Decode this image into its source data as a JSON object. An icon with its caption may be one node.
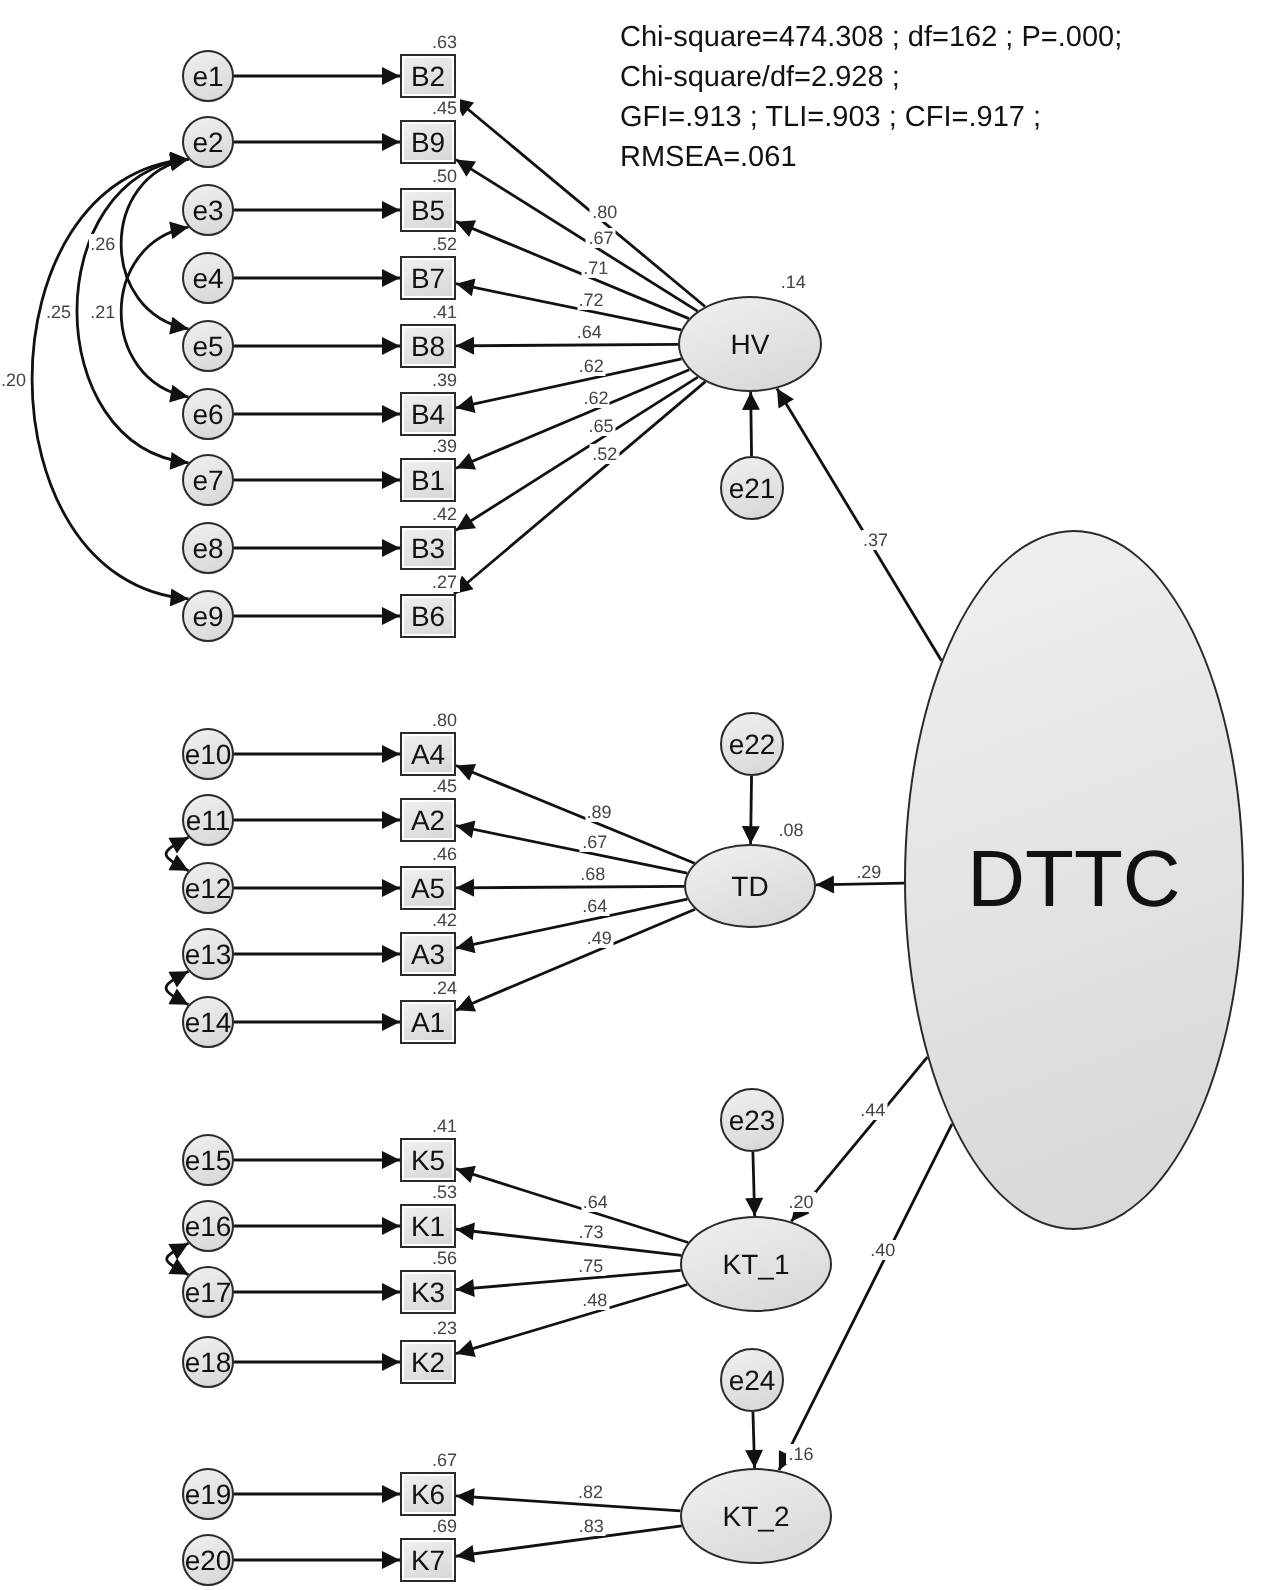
{
  "diagram": {
    "nodes": [
      {
        "text": [
          "e1"
        ]
      },
      {
        "text": [
          "e2"
        ]
      },
      {
        "text": [
          "e3"
        ]
      },
      {
        "text": [
          "e4"
        ]
      },
      {
        "text": [
          "e5"
        ]
      },
      {
        "text": [
          "e6"
        ]
      },
      {
        "text": [
          "e7"
        ]
      },
      {
        "text": [
          "e8"
        ]
      },
      {
        "text": [
          "e9"
        ]
      },
      {
        "text": [
          "B2"
        ],
        "beside": [
          ".63"
        ]
      },
      {
        "text": [
          "B9"
        ],
        "beside": [
          ".45"
        ]
      },
      {
        "text": [
          "B5"
        ],
        "beside": [
          ".50"
        ]
      },
      {
        "text": [
          "B7"
        ],
        "beside": [
          ".52"
        ]
      },
      {
        "text": [
          "B8"
        ],
        "beside": [
          ".41"
        ]
      },
      {
        "text": [
          "B4"
        ],
        "beside": [
          ".39"
        ]
      },
      {
        "text": [
          "B1"
        ],
        "beside": [
          ".39"
        ]
      },
      {
        "text": [
          "B3"
        ],
        "beside": [
          ".42"
        ]
      },
      {
        "text": [
          "B6"
        ],
        "beside": [
          ".27"
        ]
      },
      {
        "text": [
          "HV"
        ],
        "beside": [
          ".14"
        ]
      },
      {
        "text": [
          "e21"
        ]
      },
      {
        "text": [
          "e10"
        ]
      },
      {
        "text": [
          "e11"
        ]
      },
      {
        "text": [
          "e12"
        ]
      },
      {
        "text": [
          "e13"
        ]
      },
      {
        "text": [
          "e14"
        ]
      },
      {
        "text": [
          "A4"
        ],
        "beside": [
          ".80"
        ]
      },
      {
        "text": [
          "A2"
        ],
        "beside": [
          ".45"
        ]
      },
      {
        "text": [
          "A5"
        ],
        "beside": [
          ".46"
        ]
      },
      {
        "text": [
          "A3"
        ],
        "beside": [
          ".42"
        ]
      },
      {
        "text": [
          "A1"
        ],
        "beside": [
          ".24"
        ]
      },
      {
        "text": [
          "TD"
        ],
        "beside": [
          ".08"
        ]
      },
      {
        "text": [
          "e22"
        ]
      },
      {
        "text": [
          "e15"
        ]
      },
      {
        "text": [
          "e16"
        ]
      },
      {
        "text": [
          "e17"
        ]
      },
      {
        "text": [
          "e18"
        ]
      },
      {
        "text": [
          "K5"
        ],
        "beside": [
          ".41"
        ]
      },
      {
        "text": [
          "K1"
        ],
        "beside": [
          ".53"
        ]
      },
      {
        "text": [
          "K3"
        ],
        "beside": [
          ".56"
        ]
      },
      {
        "text": [
          "K2"
        ],
        "beside": [
          ".23"
        ]
      },
      {
        "text": [
          "KT_1"
        ],
        "beside": [
          ".20"
        ]
      },
      {
        "text": [
          "e23"
        ]
      },
      {
        "text": [
          "e19"
        ]
      },
      {
        "text": [
          "e20"
        ]
      },
      {
        "text": [
          "K6"
        ],
        "beside": [
          ".67"
        ]
      },
      {
        "text": [
          "K7"
        ],
        "beside": [
          ".69"
        ]
      },
      {
        "text": [
          "KT_2"
        ],
        "beside": [
          ".16"
        ]
      },
      {
        "text": [
          "e24"
        ]
      },
      {
        "text": [
          "DTTC"
        ]
      }
    ],
    "edges": [
      {
        "from": 0,
        "to": 9,
        "arrow": "to"
      },
      {
        "from": 1,
        "to": 10,
        "arrow": "to"
      },
      {
        "from": 2,
        "to": 11,
        "arrow": "to"
      },
      {
        "from": 3,
        "to": 12,
        "arrow": "to"
      },
      {
        "from": 4,
        "to": 13,
        "arrow": "to"
      },
      {
        "from": 5,
        "to": 14,
        "arrow": "to"
      },
      {
        "from": 6,
        "to": 15,
        "arrow": "to"
      },
      {
        "from": 7,
        "to": 16,
        "arrow": "to"
      },
      {
        "from": 8,
        "to": 17,
        "arrow": "to"
      },
      {
        "from": 18,
        "to": 9,
        "arrow": "to",
        "label": ".80"
      },
      {
        "from": 18,
        "to": 10,
        "arrow": "to",
        "label": ".67"
      },
      {
        "from": 18,
        "to": 11,
        "arrow": "to",
        "label": ".71"
      },
      {
        "from": 18,
        "to": 12,
        "arrow": "to",
        "label": ".72"
      },
      {
        "from": 18,
        "to": 13,
        "arrow": "to",
        "label": ".64"
      },
      {
        "from": 18,
        "to": 14,
        "arrow": "to",
        "label": ".62"
      },
      {
        "from": 18,
        "to": 15,
        "arrow": "to",
        "label": ".62"
      },
      {
        "from": 18,
        "to": 16,
        "arrow": "to",
        "label": ".65"
      },
      {
        "from": 18,
        "to": 17,
        "arrow": "to",
        "label": ".52"
      },
      {
        "from": 19,
        "to": 18,
        "arrow": "to"
      },
      {
        "from": 20,
        "to": 25,
        "arrow": "to"
      },
      {
        "from": 21,
        "to": 26,
        "arrow": "to"
      },
      {
        "from": 22,
        "to": 27,
        "arrow": "to"
      },
      {
        "from": 23,
        "to": 28,
        "arrow": "to"
      },
      {
        "from": 24,
        "to": 29,
        "arrow": "to"
      },
      {
        "from": 30,
        "to": 25,
        "arrow": "to",
        "label": ".89"
      },
      {
        "from": 30,
        "to": 26,
        "arrow": "to",
        "label": ".67"
      },
      {
        "from": 30,
        "to": 27,
        "arrow": "to",
        "label": ".68"
      },
      {
        "from": 30,
        "to": 28,
        "arrow": "to",
        "label": ".64"
      },
      {
        "from": 30,
        "to": 29,
        "arrow": "to",
        "label": ".49"
      },
      {
        "from": 31,
        "to": 30,
        "arrow": "to"
      },
      {
        "from": 32,
        "to": 36,
        "arrow": "to"
      },
      {
        "from": 33,
        "to": 37,
        "arrow": "to"
      },
      {
        "from": 34,
        "to": 38,
        "arrow": "to"
      },
      {
        "from": 35,
        "to": 39,
        "arrow": "to"
      },
      {
        "from": 40,
        "to": 36,
        "arrow": "to",
        "label": ".64"
      },
      {
        "from": 40,
        "to": 37,
        "arrow": "to",
        "label": ".73"
      },
      {
        "from": 40,
        "to": 38,
        "arrow": "to",
        "label": ".75"
      },
      {
        "from": 40,
        "to": 39,
        "arrow": "to",
        "label": ".48"
      },
      {
        "from": 41,
        "to": 40,
        "arrow": "to"
      },
      {
        "from": 42,
        "to": 44,
        "arrow": "to"
      },
      {
        "from": 43,
        "to": 45,
        "arrow": "to"
      },
      {
        "from": 46,
        "to": 44,
        "arrow": "to",
        "label": ".82"
      },
      {
        "from": 46,
        "to": 45,
        "arrow": "to",
        "label": ".83"
      },
      {
        "from": 47,
        "to": 46,
        "arrow": "to"
      },
      {
        "from": 48,
        "to": 18,
        "arrow": "to",
        "label": ".37"
      },
      {
        "from": 48,
        "to": 30,
        "arrow": "to",
        "label": ".29"
      },
      {
        "from": 48,
        "to": 40,
        "arrow": "to",
        "label": ".44"
      },
      {
        "from": 48,
        "to": 46,
        "arrow": "to",
        "label": ".40"
      },
      {
        "from": 1,
        "to": 8,
        "arrow": "both",
        "label": ".20"
      },
      {
        "from": 1,
        "to": 6,
        "arrow": "both",
        "label": ".25"
      },
      {
        "from": 1,
        "to": 4,
        "arrow": "both",
        "label": ".26"
      },
      {
        "from": 2,
        "to": 5,
        "arrow": "both",
        "label": ".21"
      },
      {
        "from": 21,
        "to": 22,
        "arrow": "both"
      },
      {
        "from": 23,
        "to": 24,
        "arrow": "both"
      },
      {
        "from": 33,
        "to": 34,
        "arrow": "both"
      }
    ],
    "labels": [
      "Chi-square=474.308 ; df=162 ; P=.000;",
      "Chi-square/df=2.928 ;",
      "GFI=.913 ; TLI=.903 ; CFI=.917 ;",
      "RMSEA=.061"
    ]
  }
}
